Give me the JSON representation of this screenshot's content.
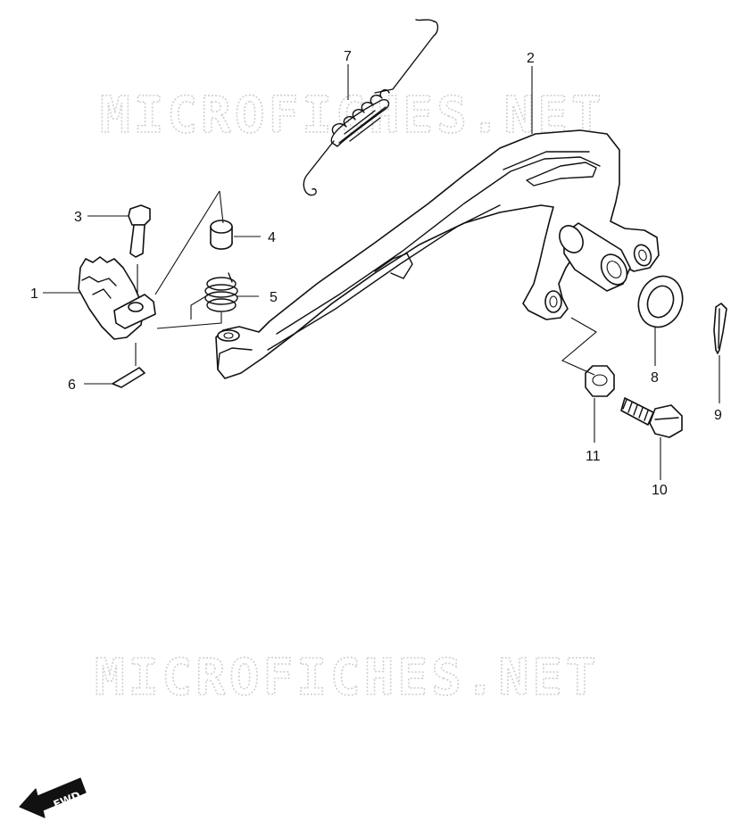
{
  "watermark": {
    "top": "MICROFICHES.NET",
    "bottom": "MICROFICHES.NET"
  },
  "callouts": {
    "p1": "1",
    "p2": "2",
    "p3": "3",
    "p4": "4",
    "p5": "5",
    "p6": "6",
    "p7": "7",
    "p8": "8",
    "p9": "9",
    "p10": "10",
    "p11": "11"
  },
  "fwd_label": "FWD"
}
